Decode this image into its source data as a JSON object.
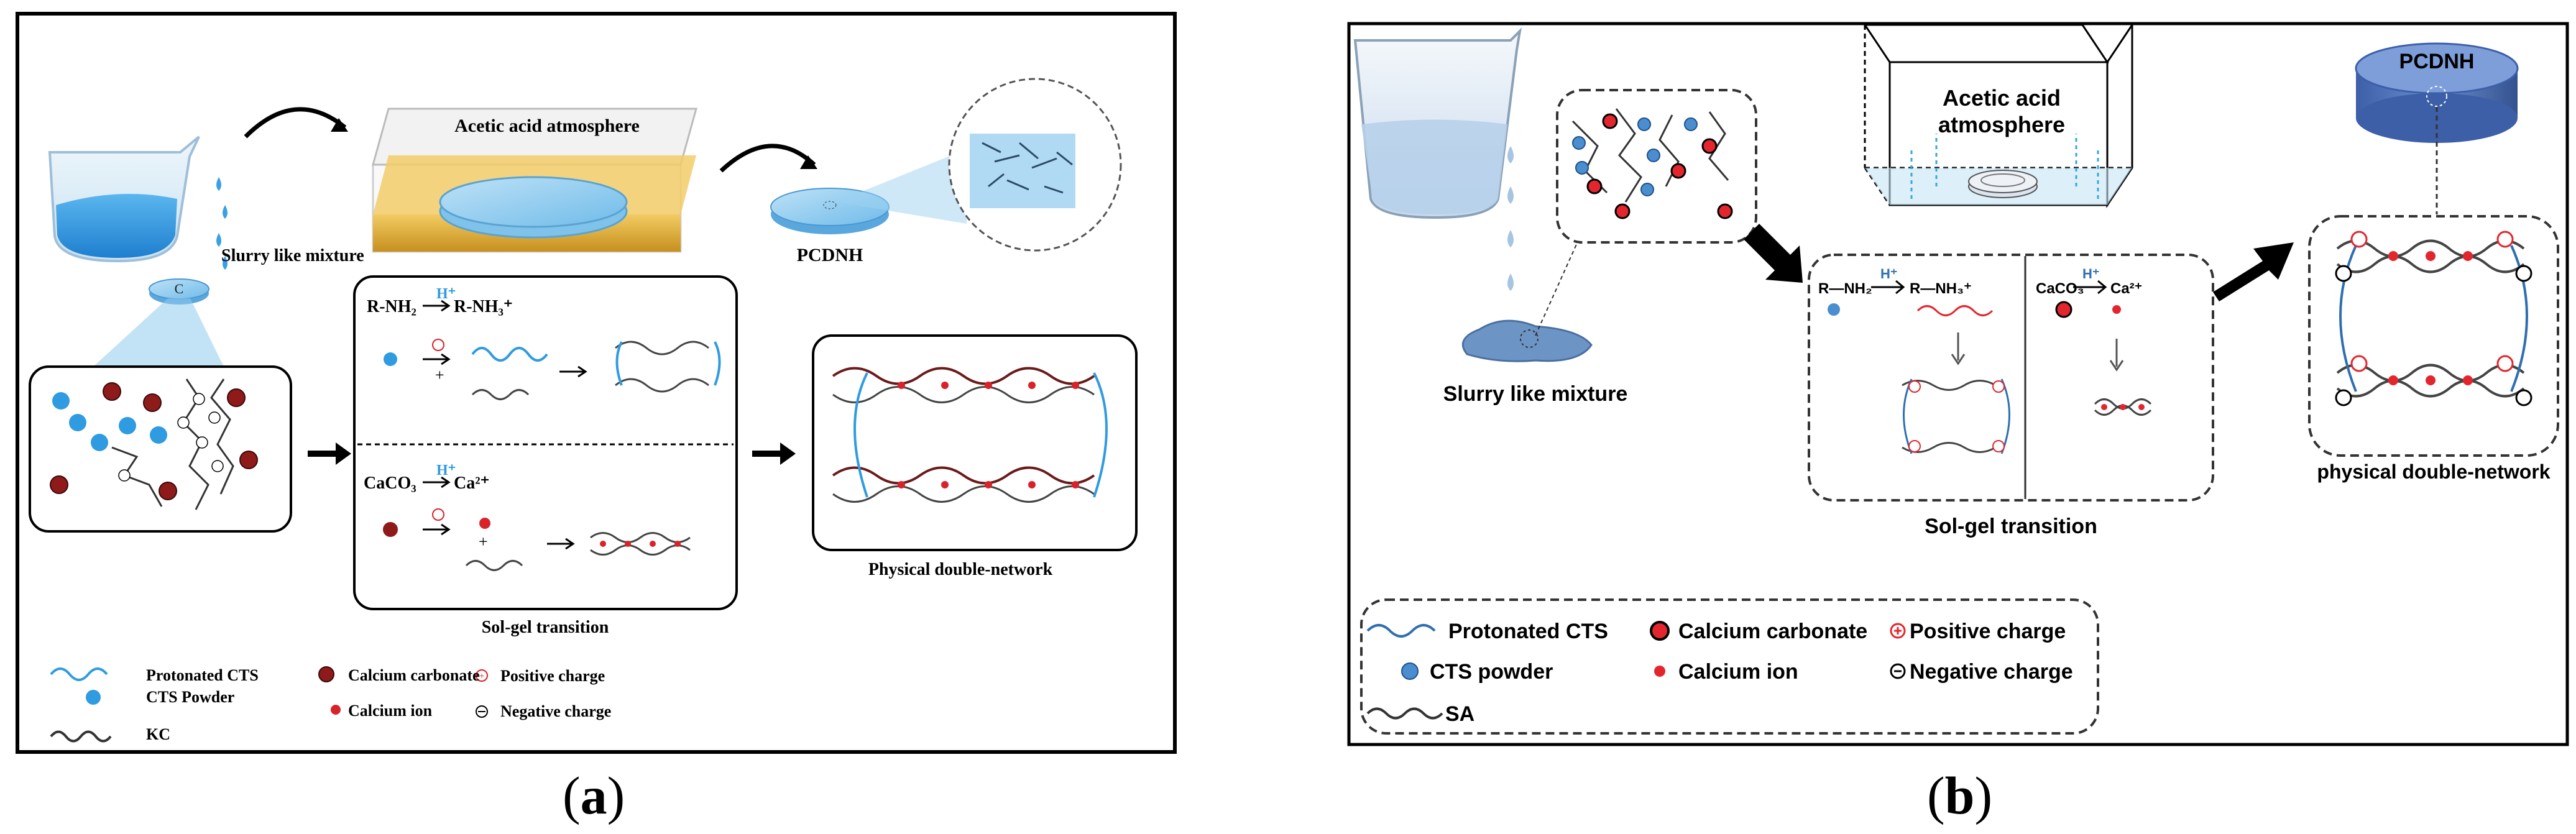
{
  "panel_a": {
    "caption_open": "(",
    "caption_letter": "a",
    "caption_close": ")",
    "acetic_label": "Acetic acid atmosphere",
    "slurry_label": "Slurry like mixture",
    "pcdnh_label": "PCDNH",
    "eq1_left": "R-NH₂",
    "eq1_hplus": "H⁺",
    "eq1_right": "R-NH₃⁺",
    "eq2_left": "CaCO₃",
    "eq2_hplus": "H⁺",
    "eq2_right": "Ca²⁺",
    "solgel_label": "Sol-gel transition",
    "network_label": "Physical double-network",
    "legend": {
      "protonated_cts": "Protonated CTS",
      "cts_powder": "CTS Powder",
      "kc": "KC",
      "calcium_carbonate": "Calcium carbonate",
      "calcium_ion": "Calcium ion",
      "positive_charge": "Positive charge",
      "negative_charge": "Negative charge"
    },
    "colors": {
      "blue": "#2f9be0",
      "dark_red": "#8e1a1a",
      "red": "#d8232a",
      "gold": "#e3b13a"
    }
  },
  "panel_b": {
    "caption_open": "(",
    "caption_letter": "b",
    "caption_close": ")",
    "acetic_label_1": "Acetic acid",
    "acetic_label_2": "atmosphere",
    "pcdnh_label": "PCDNH",
    "slurry_label": "Slurry like mixture",
    "eq1_left": "R—NH₂",
    "eq1_hplus": "H⁺",
    "eq1_right": "R—NH₃⁺",
    "eq2_left": "CaCO₃",
    "eq2_hplus": "H⁺",
    "eq2_right": "Ca²⁺",
    "solgel_label": "Sol-gel transition",
    "network_label": "physical double-network",
    "legend": {
      "protonated_cts": "Protonated CTS",
      "cts_powder": "CTS powder",
      "sa": "SA",
      "calcium_carbonate": "Calcium carbonate",
      "calcium_ion": "Calcium ion",
      "positive_charge": "Positive charge",
      "negative_charge": "Negative charge"
    },
    "colors": {
      "blue": "#2f6fb0",
      "red": "#e3262e",
      "disk": "#4a6fb5"
    }
  }
}
